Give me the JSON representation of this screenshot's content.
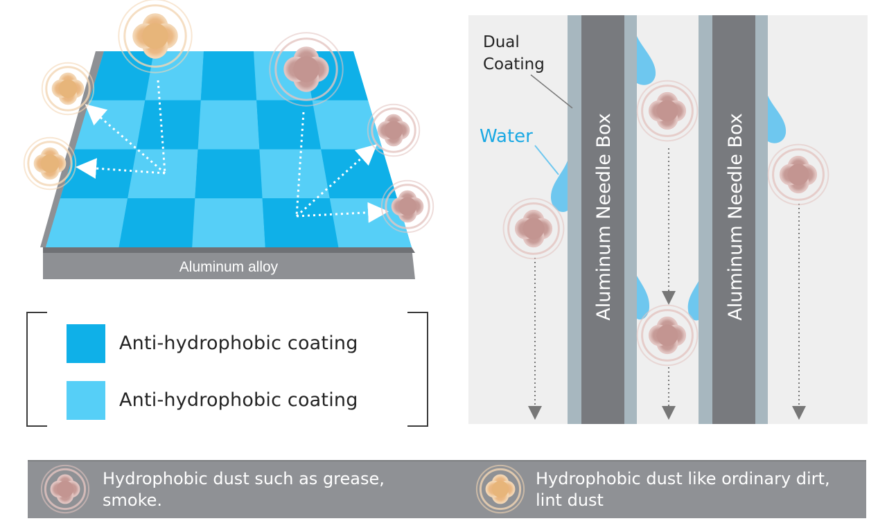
{
  "left_panel": {
    "base_label": "Aluminum alloy"
  },
  "legend": {
    "items": [
      {
        "label": "Anti-hydrophobic coating",
        "color": "#0fb0e8"
      },
      {
        "label": "Anti-hydrophobic coating",
        "color": "#56cff7"
      }
    ]
  },
  "right_panel": {
    "dual_coating_line1": "Dual",
    "dual_coating_line2": "Coating",
    "water_label": "Water",
    "needle_box_label_1": "Aluminum Needle Box",
    "needle_box_label_2": "Aluminum Needle Box"
  },
  "bottom_bar": {
    "pink_text_line1": "Hydrophobic dust such as grease,",
    "pink_text_line2": "smoke.",
    "orange_text_line1": "Hydrophobic dust like ordinary dirt,",
    "orange_text_line2": "lint dust"
  },
  "colors": {
    "tile_dark": "#0fb0e8",
    "tile_light": "#56cff7",
    "aluminum_base": "#8e9094",
    "needle_box": "#787a7e",
    "coating": "#a7b7bf",
    "water": "#6ec7ef",
    "water_label": "#19a8e3",
    "pink_dust": "#c39591",
    "orange_dust": "#e7b57a"
  }
}
